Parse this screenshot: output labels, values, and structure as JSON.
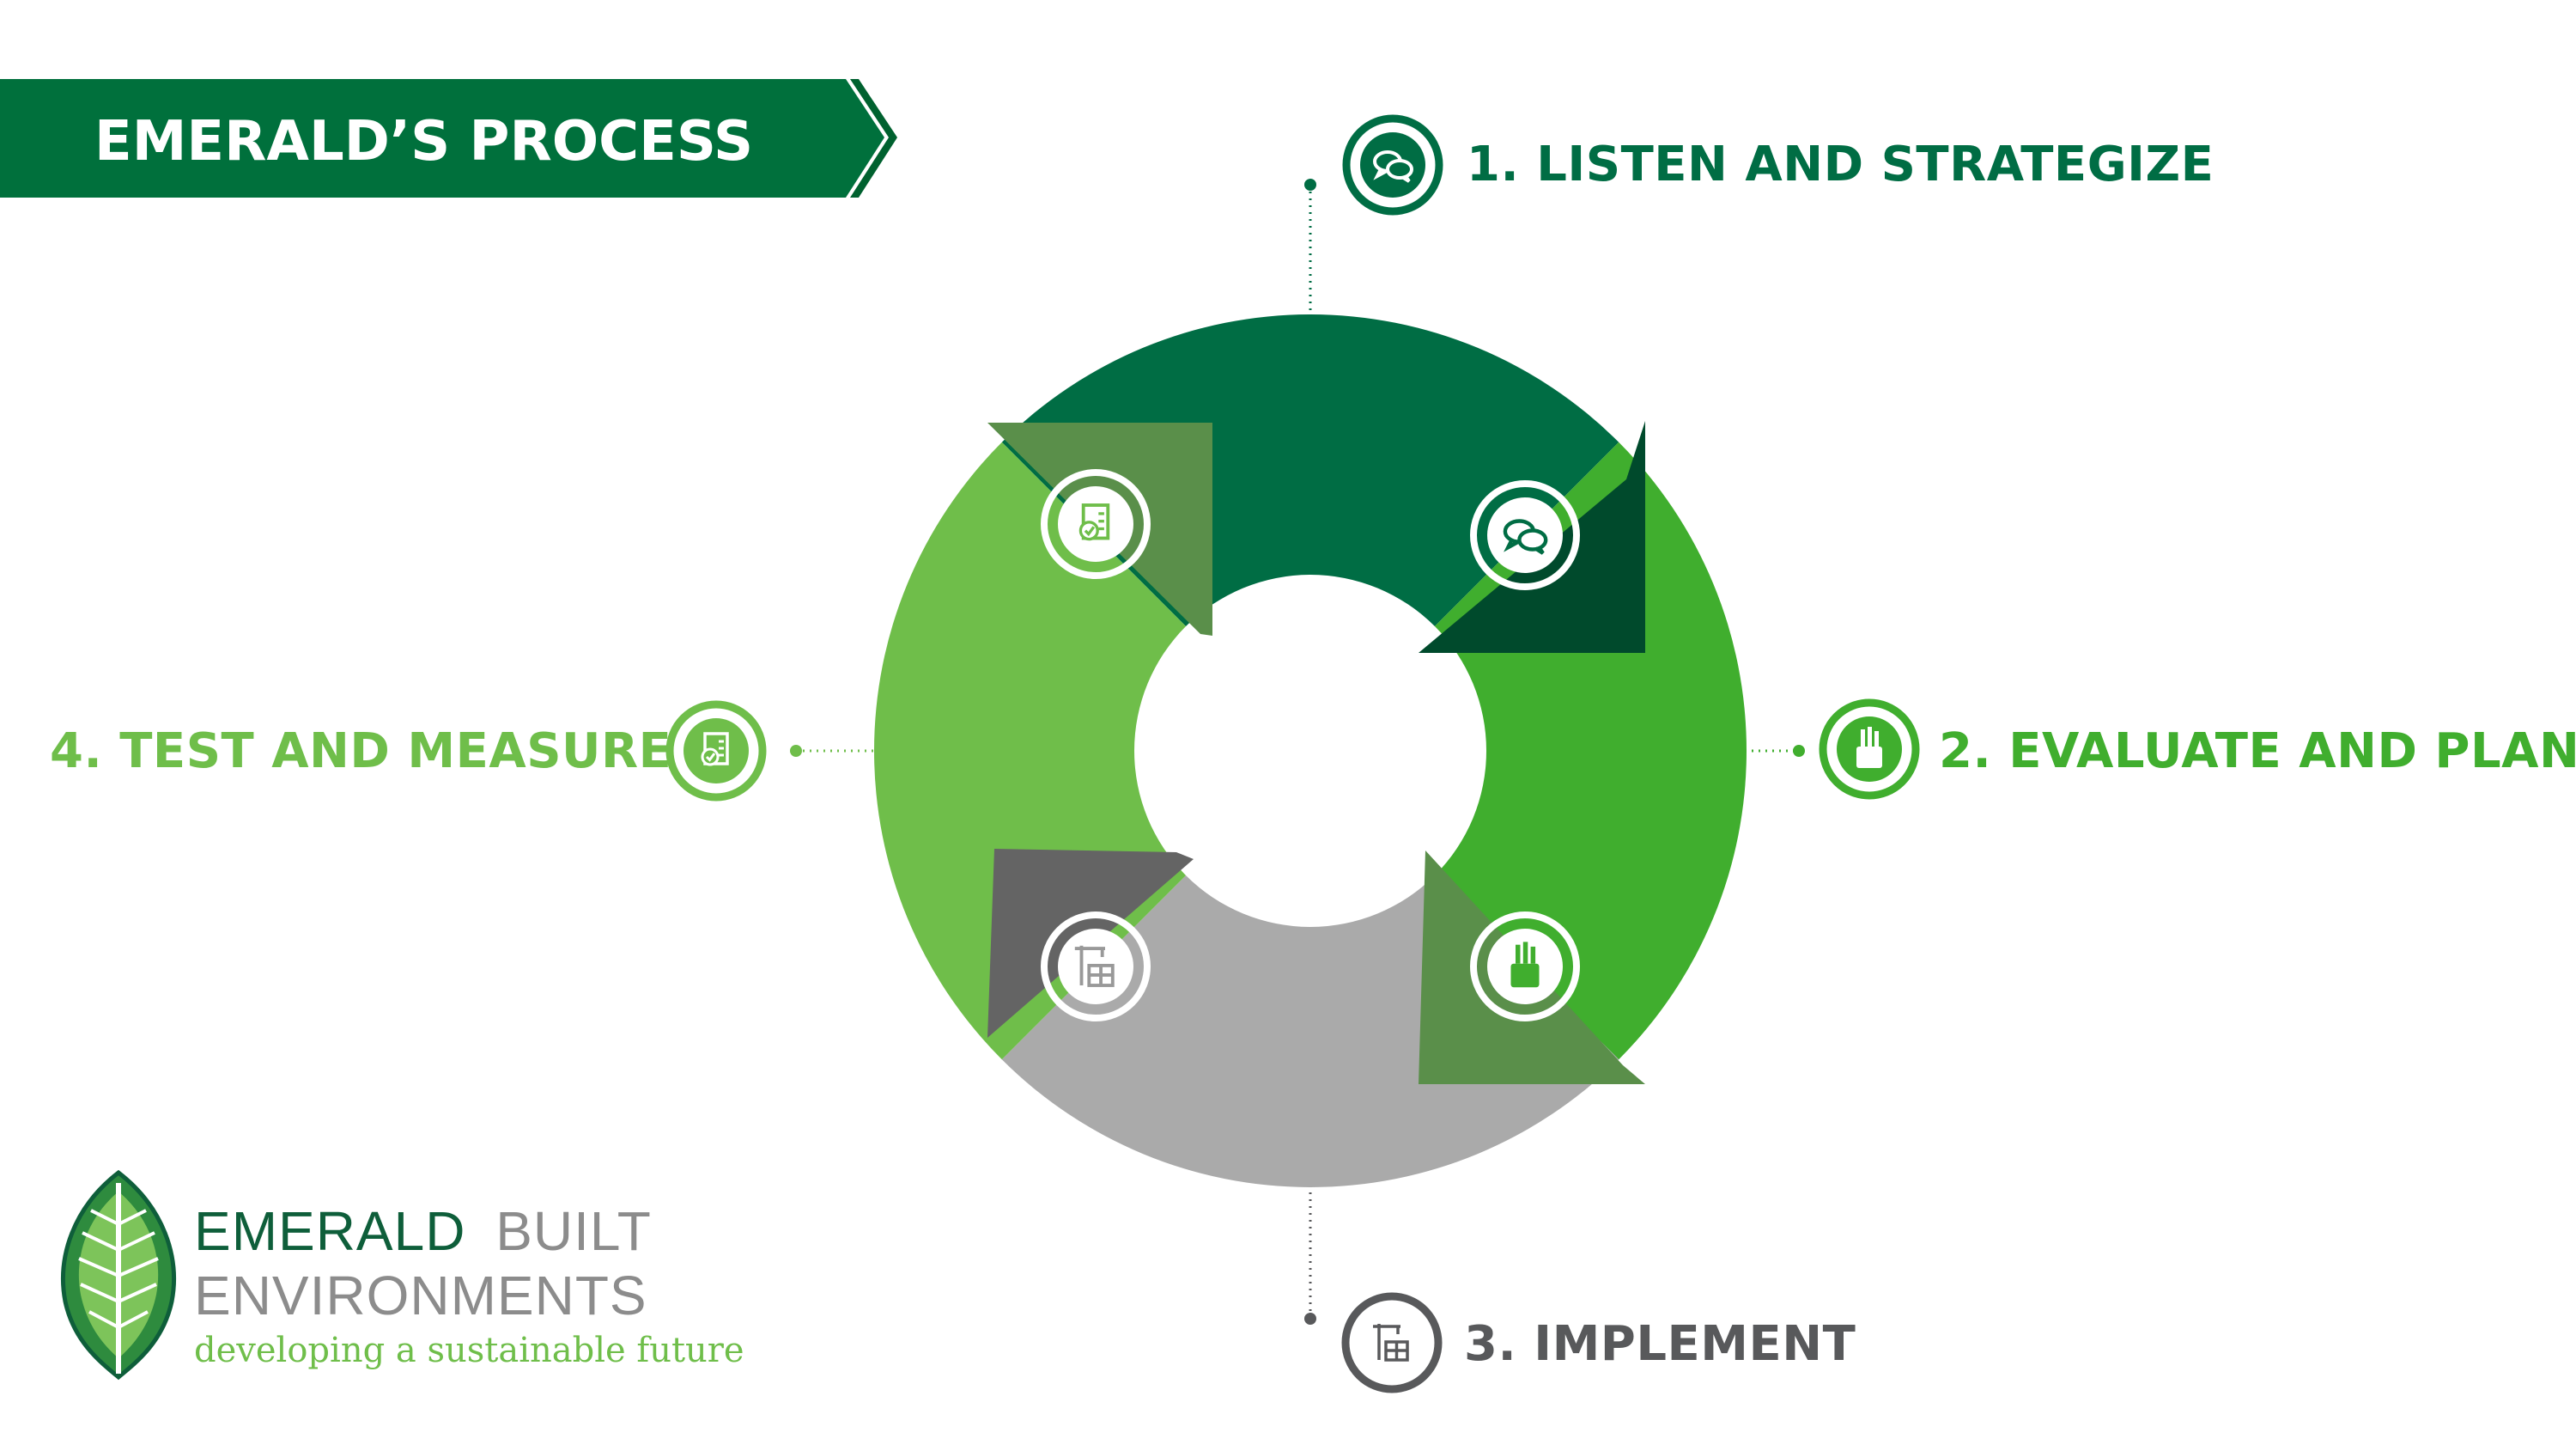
{
  "banner": {
    "title": "EMERALD’S PROCESS"
  },
  "steps": [
    {
      "label": "1. LISTEN AND STRATEGIZE",
      "icon": "chat-bubbles-icon",
      "color": "#006D44"
    },
    {
      "label": "2. EVALUATE AND PLAN",
      "icon": "pencil-cup-icon",
      "color": "#40AE2E"
    },
    {
      "label": "3. IMPLEMENT",
      "icon": "construction-crane-icon",
      "color": "#AAAAAA",
      "text_color": "#58595B"
    },
    {
      "label": "4. TEST AND MEASURE",
      "icon": "checklist-document-icon",
      "color": "#6FBE4A"
    }
  ],
  "brand": {
    "name_primary": "EMERALD",
    "name_secondary": "BUILT",
    "line2": "ENVIRONMENTS",
    "tagline": "developing a sustainable future",
    "logo_icon": "leaf-logo-icon",
    "colors": {
      "dark": "#0E5E3A",
      "gray": "#8C8C8C",
      "light": "#6FBE4A"
    }
  },
  "colors": {
    "banner": "#00703C",
    "banner_tip": "#00612F",
    "overlap_dark": "#004A2C",
    "overlap_mid": "#5A8F4A",
    "overlap_gray": "#646464"
  }
}
